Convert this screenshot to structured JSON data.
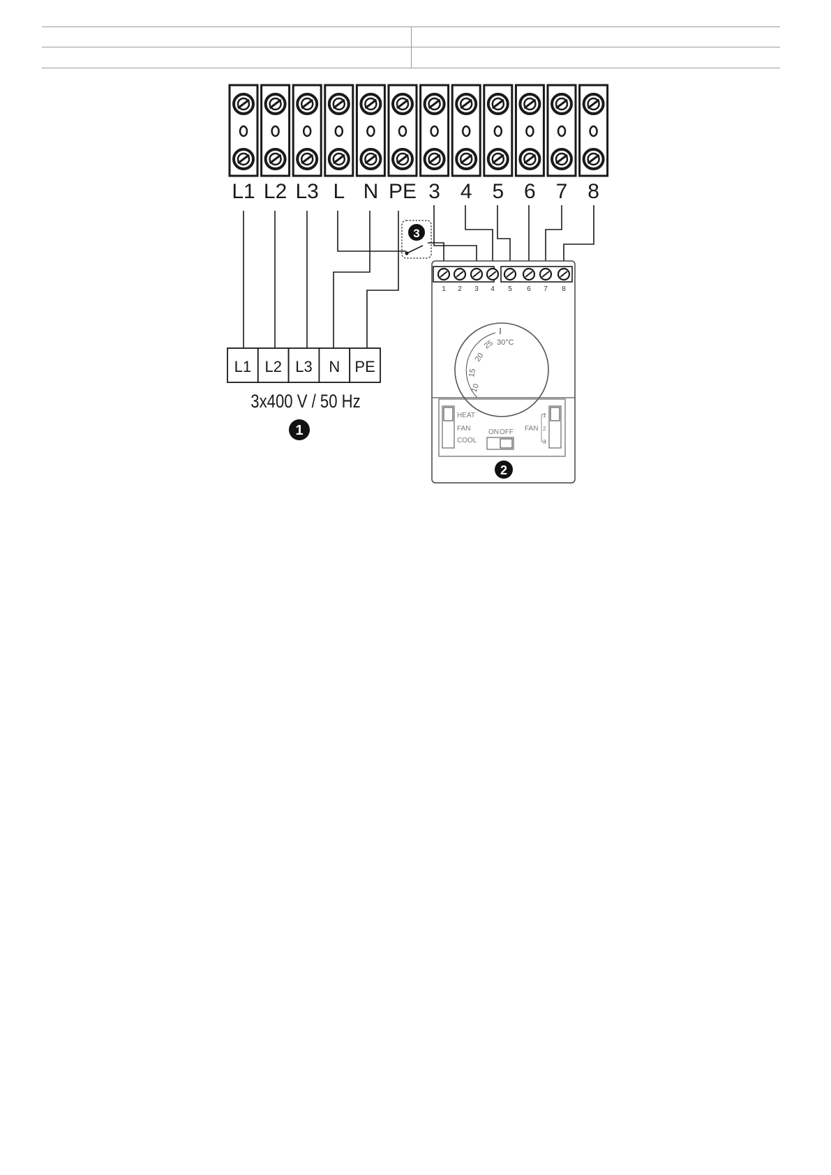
{
  "header_table": {
    "rows": [
      [
        "",
        ""
      ],
      [
        "",
        ""
      ]
    ]
  },
  "terminal_block": {
    "labels": [
      "L1",
      "L2",
      "L3",
      "L",
      "N",
      "PE",
      "3",
      "4",
      "5",
      "6",
      "7",
      "8"
    ]
  },
  "power_supply": {
    "terminals": [
      "L1",
      "L2",
      "L3",
      "N",
      "PE"
    ],
    "rating": "3x400 V / 50 Hz",
    "callout": "1"
  },
  "thermostat": {
    "callout": "2",
    "terminal_numbers": [
      "1",
      "2",
      "3",
      "4",
      "5",
      "6",
      "7",
      "8"
    ],
    "dial_labels": [
      "10",
      "15",
      "20",
      "25",
      "30°C"
    ],
    "mode_labels": [
      "HEAT",
      "FAN",
      "COOL"
    ],
    "power_labels": [
      "ON",
      "OFF"
    ],
    "fan_label": "FAN",
    "fan_speeds": [
      "1",
      "2",
      "3"
    ]
  },
  "switch": {
    "callout": "3"
  }
}
